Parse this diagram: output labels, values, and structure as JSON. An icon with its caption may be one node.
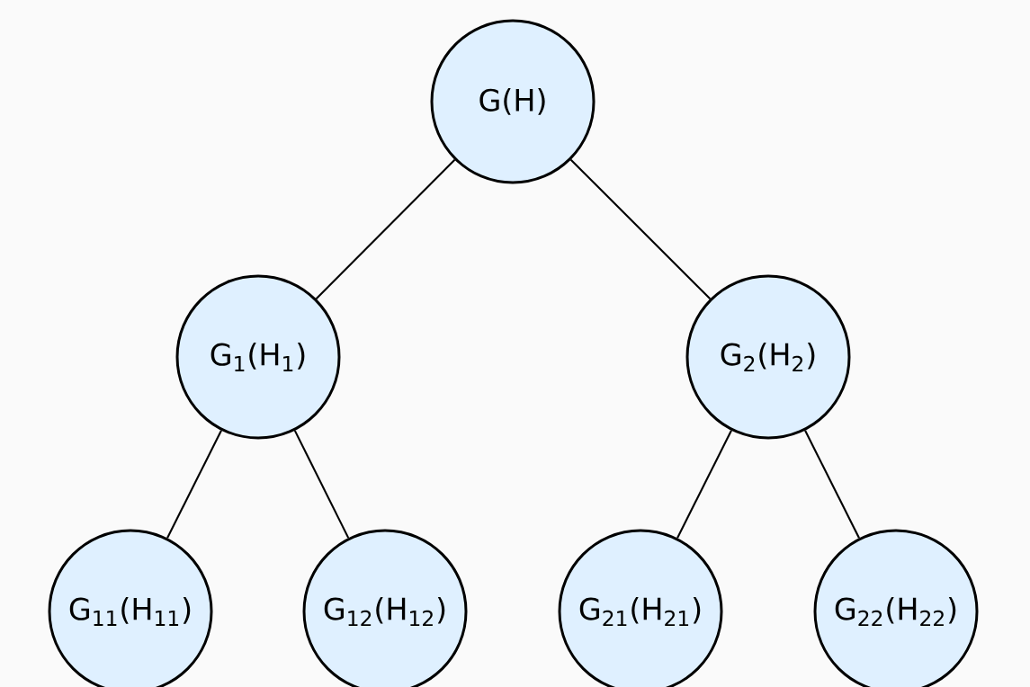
{
  "diagram": {
    "nodes": [
      {
        "text": [
          "G(H)"
        ]
      },
      {
        "text": [
          "G$_{1}$(H$_{1}$)"
        ]
      },
      {
        "text": [
          "G$_{2}$(H$_{2}$)"
        ]
      },
      {
        "text": [
          "G$_{11}$(H$_{11}$)"
        ]
      },
      {
        "text": [
          "G$_{12}$(H$_{12}$)"
        ]
      },
      {
        "text": [
          "G$_{21}$(H$_{21}$)"
        ]
      },
      {
        "text": [
          "G$_{22}$(H$_{22}$)"
        ]
      }
    ],
    "edges": [
      {
        "from": 0,
        "to": 1,
        "arrow": "none"
      },
      {
        "from": 0,
        "to": 2,
        "arrow": "none"
      },
      {
        "from": 1,
        "to": 3,
        "arrow": "none"
      },
      {
        "from": 1,
        "to": 4,
        "arrow": "none"
      },
      {
        "from": 2,
        "to": 5,
        "arrow": "none"
      },
      {
        "from": 2,
        "to": 6,
        "arrow": "none"
      }
    ]
  }
}
